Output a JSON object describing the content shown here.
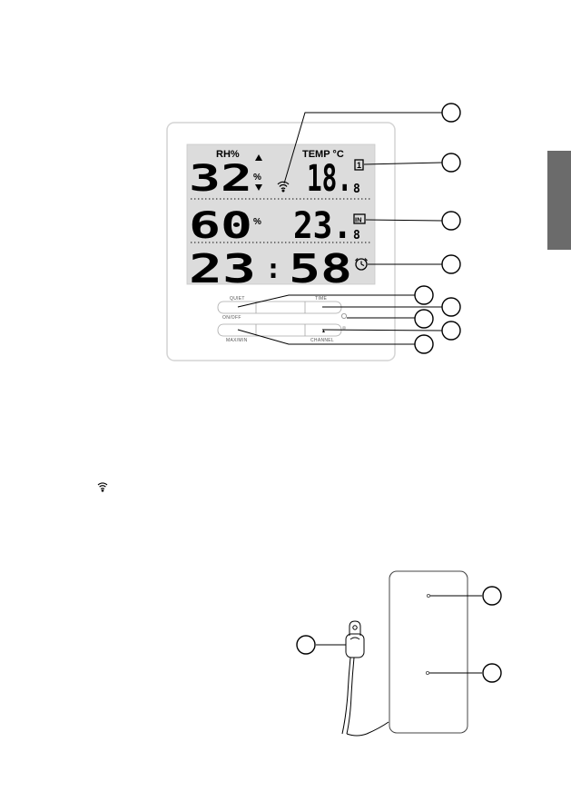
{
  "display": {
    "rh_label": "RH%",
    "temp_label": "TEMP °C",
    "row1": {
      "humidity": "32",
      "pct": "%",
      "temp_int": "18.",
      "temp_dec": "8",
      "channel_icon": "1"
    },
    "row2": {
      "humidity": "60",
      "pct": "%",
      "temp_int": "23.",
      "temp_dec": "8",
      "indoor_icon": "IN"
    },
    "row3": {
      "hours": "23",
      "sep": ":",
      "minutes": "58"
    }
  },
  "buttons": {
    "top_left_label": "QUIET",
    "top_left_sub": "ON/OFF",
    "top_right_label": "TIME",
    "bottom_left_label": "MAX/MIN",
    "bottom_right_label": "CHANNEL",
    "bottom_right_glyph": "▲"
  },
  "icons": {
    "signal_inline": "wifi-signal-icon",
    "clock": "clock-icon",
    "sensor_cable": "probe-cable-icon"
  },
  "colors": {
    "side_tab": "#6b6b6b",
    "lcd_bg": "#d9d9d9",
    "frame": "#d9d9d9"
  }
}
